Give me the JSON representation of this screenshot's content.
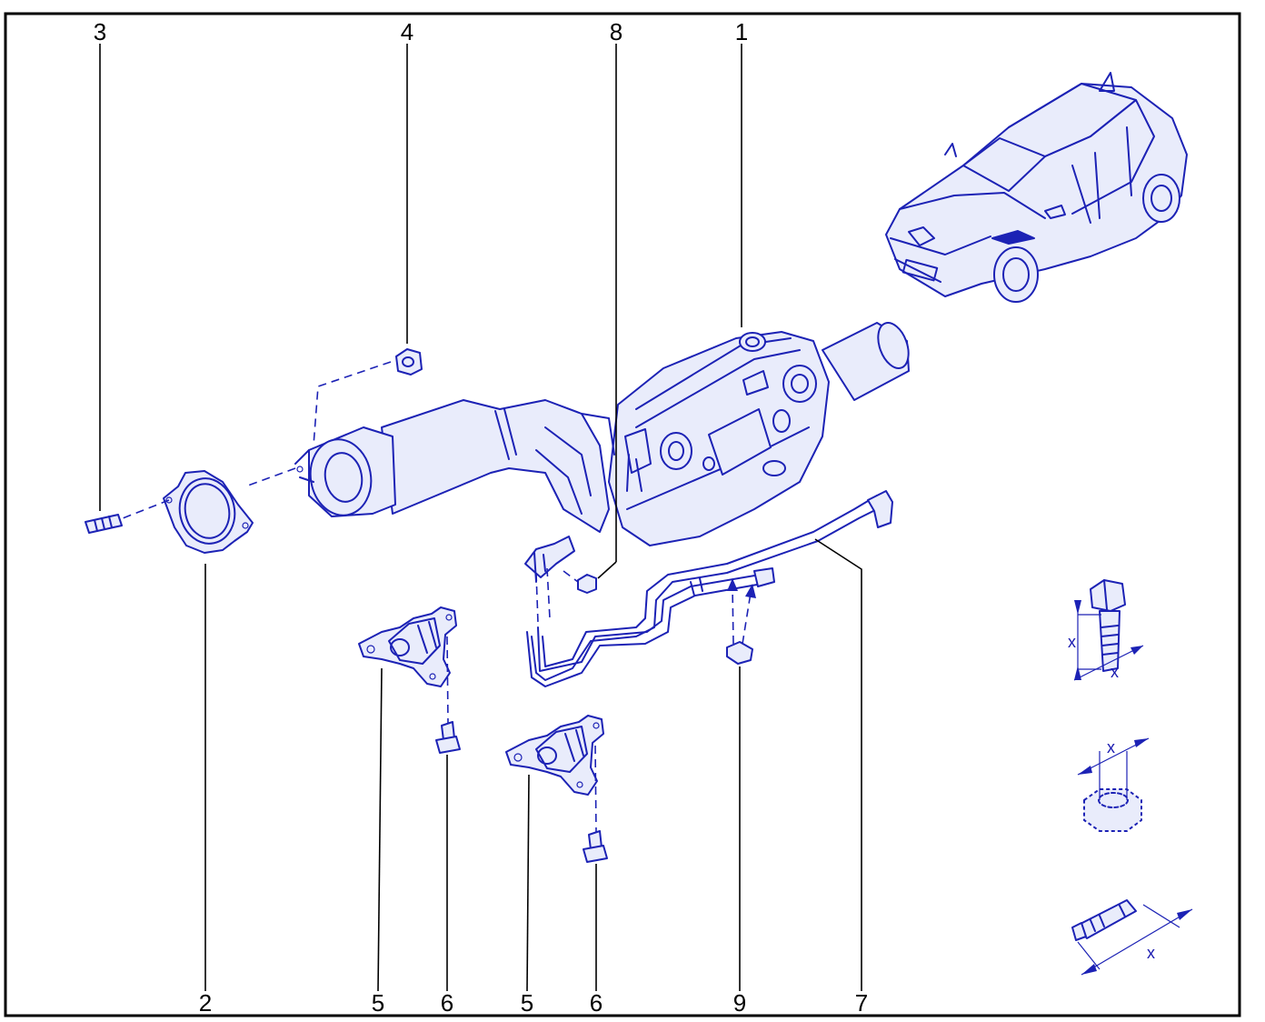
{
  "callouts": {
    "c1": "1",
    "c2": "2",
    "c3": "3",
    "c4": "4",
    "c5a": "5",
    "c5b": "5",
    "c6a": "6",
    "c6b": "6",
    "c7": "7",
    "c8": "8",
    "c9": "9"
  },
  "dimension_labels": {
    "bolt_length": "x",
    "bolt_diameter": "x",
    "nut_size": "x",
    "stud_length": "x"
  },
  "colors": {
    "line_art": "#1c22b5",
    "fill": "#e9ecfb",
    "callout_text": "#000000"
  }
}
